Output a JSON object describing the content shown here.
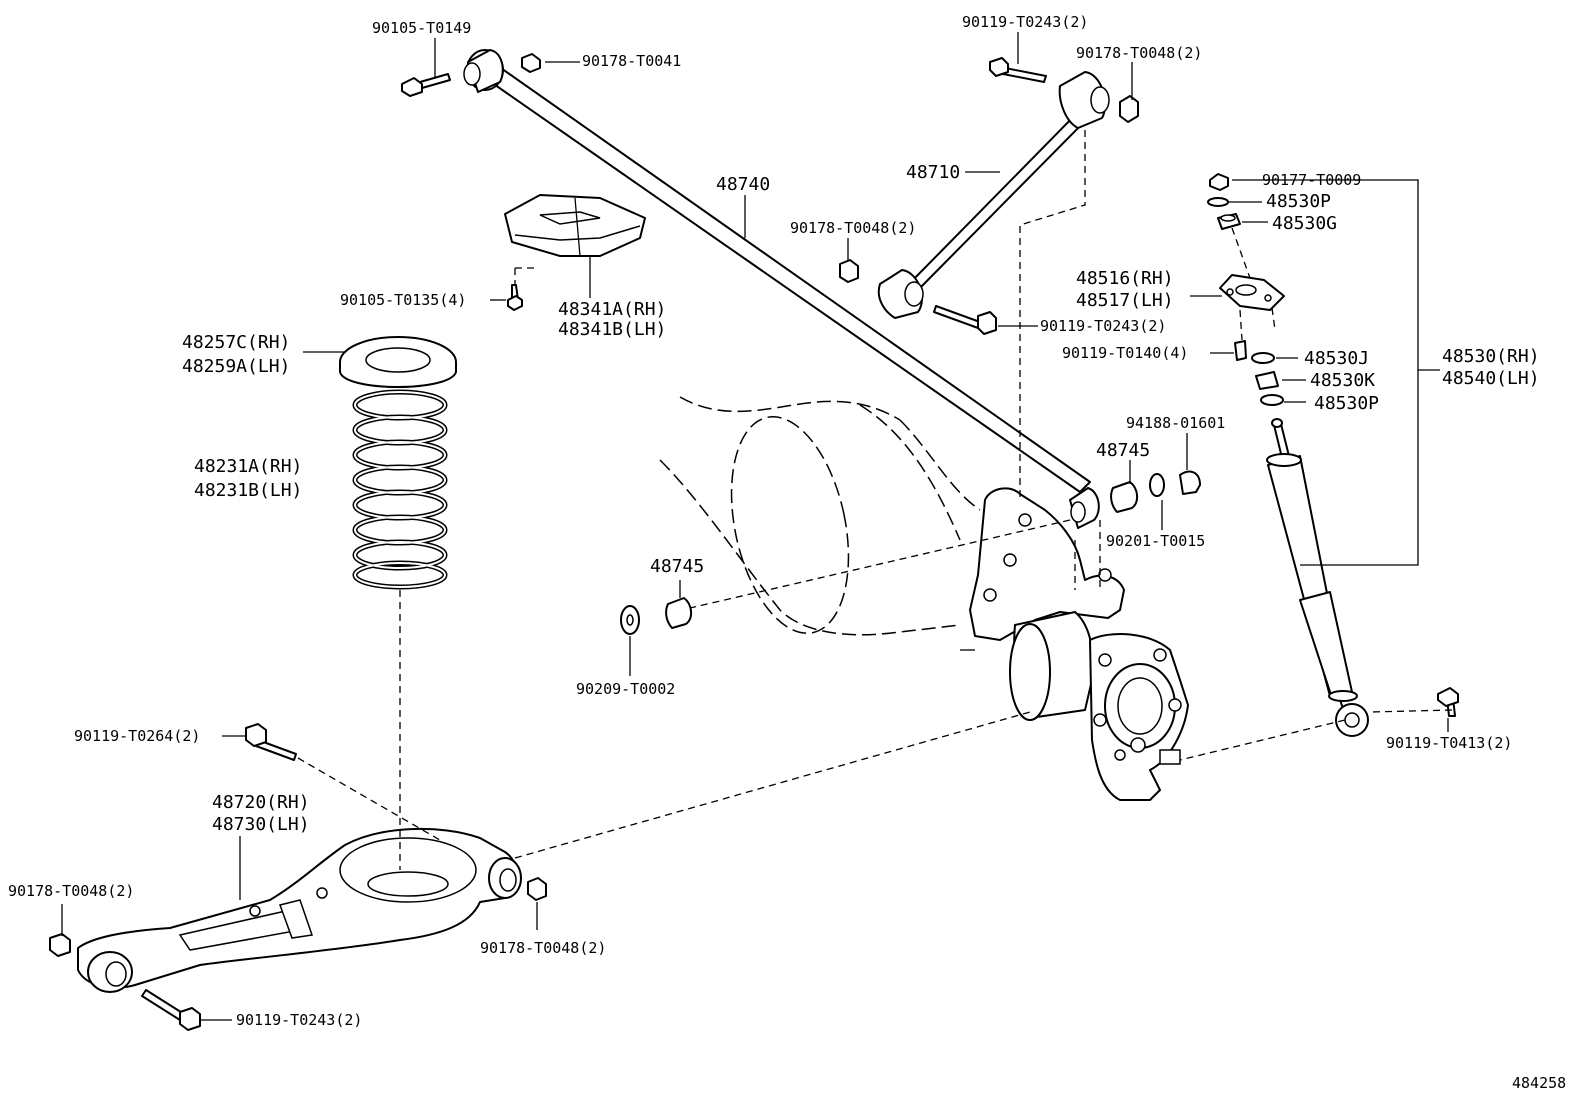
{
  "figure_id": "484258",
  "labels": {
    "p90105_T0149": "90105-T0149",
    "p90178_T0041": "90178-T0041",
    "p48740": "48740",
    "p90119_T0243_top": "90119-T0243(2)",
    "p90178_T0048_top": "90178-T0048(2)",
    "p48710": "48710",
    "p90178_T0048_mid": "90178-T0048(2)",
    "p90119_T0243_mid": "90119-T0243(2)",
    "p90105_T0135": "90105-T0135(4)",
    "p48341A": "48341A(RH)",
    "p48341B": "48341B(LH)",
    "p48257C": "48257C(RH)",
    "p48259A": "48259A(LH)",
    "p48231A": "48231A(RH)",
    "p48231B": "48231B(LH)",
    "p90177_T0009": "90177-T0009",
    "p48530P_top": "48530P",
    "p48530G": "48530G",
    "p48516": "48516(RH)",
    "p48517": "48517(LH)",
    "p90119_T0140": "90119-T0140(4)",
    "p48530J": "48530J",
    "p48530K": "48530K",
    "p48530P_bot": "48530P",
    "p48530": "48530(RH)",
    "p48540": "48540(LH)",
    "p94188_01601": "94188-01601",
    "p48745_right": "48745",
    "p90201_T0015": "90201-T0015",
    "p48745_left": "48745",
    "p90209_T0002": "90209-T0002",
    "p90119_T0264": "90119-T0264(2)",
    "p48720": "48720(RH)",
    "p48730": "48730(LH)",
    "p90178_T0048_left": "90178-T0048(2)",
    "p90178_T0048_arm": "90178-T0048(2)",
    "p90119_T0243_bot": "90119-T0243(2)",
    "p90119_T0413": "90119-T0413(2)"
  }
}
